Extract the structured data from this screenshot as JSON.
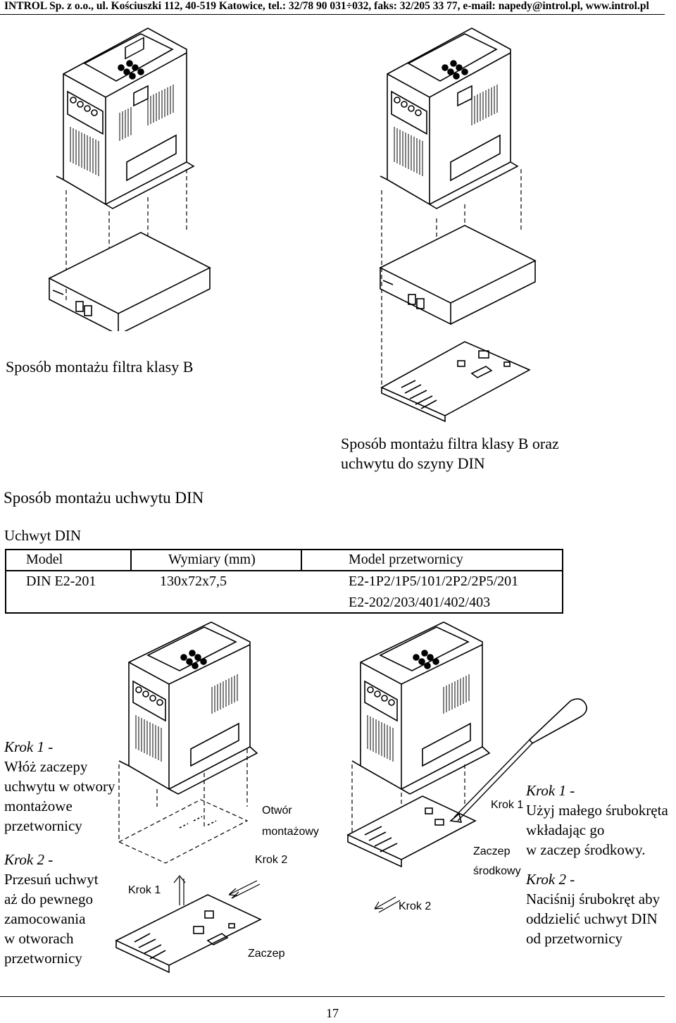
{
  "header": {
    "text": "INTROL Sp. z o.o., ul. Kościuszki 112, 40-519 Katowice, tel.: 32/78 90 031÷032, faks: 32/205 33 77, e-mail: napedy@introl.pl, www.introl.pl"
  },
  "captions": {
    "filter_b": "Sposób montażu filtra klasy B",
    "filter_b_din_line1": "Sposób montażu filtra klasy B oraz",
    "filter_b_din_line2": "uchwytu do szyny DIN"
  },
  "section": {
    "title": "Sposób montażu uchwytu DIN",
    "subtitle": "Uchwyt  DIN"
  },
  "table": {
    "headers": [
      "Model",
      "Wymiary (mm)",
      "Model przetwornicy"
    ],
    "row": {
      "model": "DIN E2-201",
      "dims": "130x72x7,5",
      "converters_1": "E2-1P2/1P5/101/2P2/2P5/201",
      "converters_2": "E2-202/203/401/402/403"
    }
  },
  "steps_left": {
    "k1_title": "Krok 1 -",
    "k1_l1": "Włóż zaczepy",
    "k1_l2": "uchwytu w otwory",
    "k1_l3": "montażowe",
    "k1_l4": "przetwornicy",
    "k2_title": "Krok 2 -",
    "k2_l1": "Przesuń uchwyt",
    "k2_l2": "aż do pewnego",
    "k2_l3": "zamocowania",
    "k2_l4": "w otworach",
    "k2_l5": "przetwornicy"
  },
  "steps_right": {
    "k1_title": "Krok 1 -",
    "k1_l1": "Użyj małego śrubokręta",
    "k1_l2": "wkładając go",
    "k1_l3": "w zaczep środkowy.",
    "k2_title": "Krok 2 -",
    "k2_l1": "Naciśnij śrubokręt aby",
    "k2_l2": "oddzielić uchwyt DIN",
    "k2_l3": "od przetwornicy"
  },
  "figure_labels": {
    "otwor": "Otwór",
    "montazowy": "montażowy",
    "krok2_left": "Krok 2",
    "krok1_left": "Krok 1",
    "zaczep_left": "Zaczep",
    "krok1_right": "Krok 1",
    "zaczep_right": "Zaczep",
    "srodkowy": "środkowy",
    "krok2_right": "Krok 2"
  },
  "page_number": "17"
}
